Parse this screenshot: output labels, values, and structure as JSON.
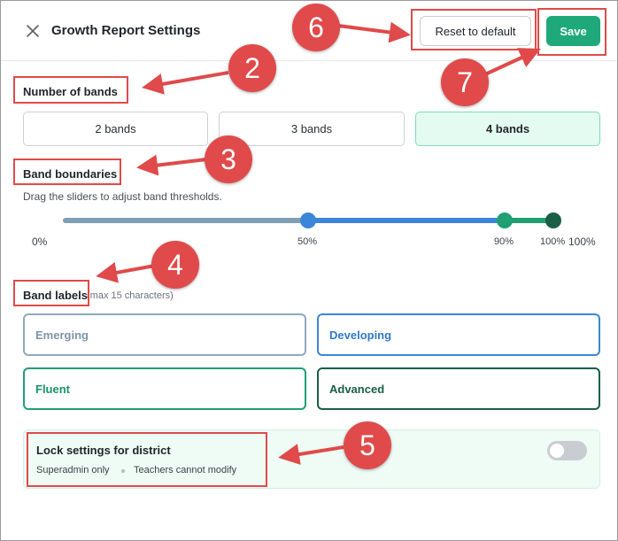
{
  "header": {
    "title": "Growth Report Settings",
    "reset_label": "Reset to default",
    "save_label": "Save"
  },
  "number_of_bands": {
    "label": "Number of bands",
    "options": [
      "2 bands",
      "3 bands",
      "4 bands"
    ],
    "selected": "4 bands"
  },
  "band_boundaries": {
    "label": "Band boundaries",
    "helper": "Drag the sliders to adjust band thresholds.",
    "tick_labels": [
      "0%",
      "50%",
      "90%",
      "100%",
      "100%"
    ],
    "thresholds_percent": [
      50,
      90,
      100
    ]
  },
  "band_labels": {
    "label": "Band labels",
    "hint": "(max 15 characters)",
    "values": [
      "Emerging",
      "Developing",
      "Fluent",
      "Advanced"
    ]
  },
  "lock": {
    "title": "Lock settings for district",
    "scope": "Superadmin only",
    "note": "Teachers cannot modify",
    "enabled": false
  },
  "callouts": [
    "2",
    "3",
    "4",
    "5",
    "6",
    "7"
  ],
  "colors": {
    "accent": "#1fa97a",
    "annotation_red": "#e04a4a",
    "band_1": "#7f9fb5",
    "band_2": "#3b86d8",
    "band_3": "#1f9f72",
    "band_4": "#1a5e46"
  }
}
